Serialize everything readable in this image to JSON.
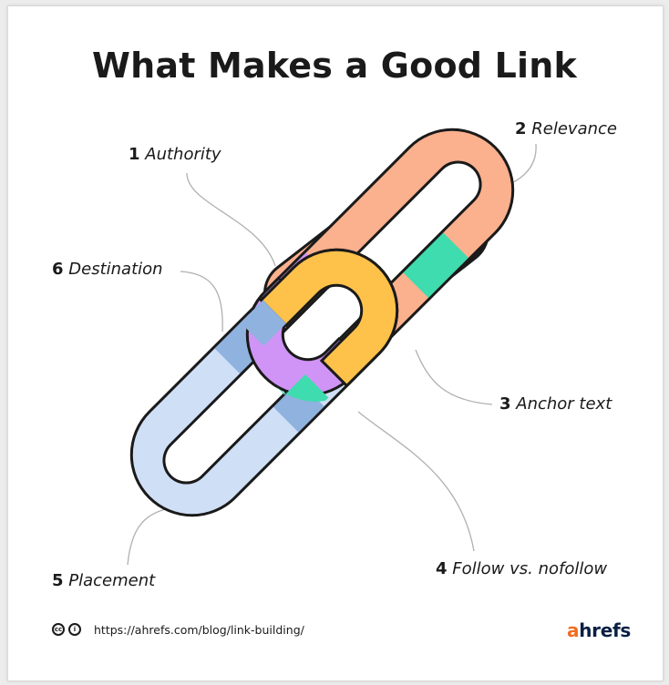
{
  "title": "What Makes a Good Link",
  "labels": [
    {
      "num": "1",
      "text": "Authority"
    },
    {
      "num": "2",
      "text": "Relevance"
    },
    {
      "num": "3",
      "text": "Anchor text"
    },
    {
      "num": "4",
      "text": "Follow vs. nofollow"
    },
    {
      "num": "5",
      "text": "Placement"
    },
    {
      "num": "6",
      "text": "Destination"
    }
  ],
  "footer": {
    "url": "https://ahrefs.com/blog/link-building/",
    "cc_icon": "cc",
    "by_icon": "i",
    "brand_a": "a",
    "brand_rest": "hrefs"
  },
  "colors": {
    "authority": "#cf94f5",
    "relevance": "#fbb08e",
    "anchor_text": "#3edcae",
    "follow": "#fec24a",
    "placement": "#cfdff6",
    "destination": "#8fb2df",
    "brand_orange": "#f16d21",
    "brand_navy": "#0a1f44"
  }
}
